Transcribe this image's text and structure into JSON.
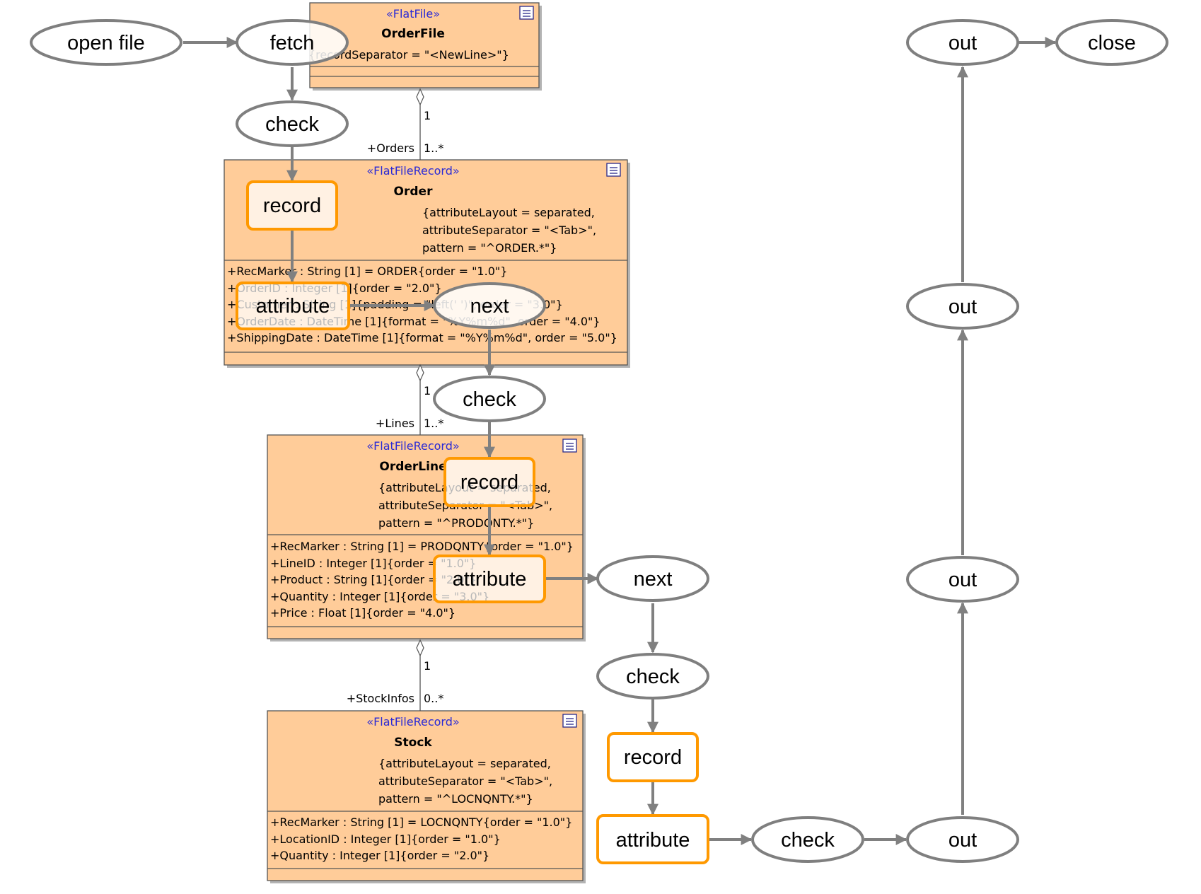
{
  "classes": {
    "orderfile": {
      "stereotype": "«FlatFile»",
      "name": "OrderFile",
      "tags": [
        "{recordSeparator = \"<NewLine>\"}"
      ],
      "attributes": []
    },
    "order": {
      "stereotype": "«FlatFileRecord»",
      "name": "Order",
      "tags": [
        "{attributeLayout = separated,",
        "attributeSeparator = \"<Tab>\",",
        "pattern = \"^ORDER.*\"}"
      ],
      "attributes": [
        "+RecMarker : String [1] = ORDER{order = \"1.0\"}",
        "+OrderID : Integer [1]{order = \"2.0\"}",
        "+Customer : String [1]{padding = \"left(' ')\", order = \"3.0\"}",
        "+OrderDate : DateTime [1]{format = \"%Y%m%d\", order = \"4.0\"}",
        "+ShippingDate : DateTime [1]{format = \"%Y%m%d\", order = \"5.0\"}"
      ]
    },
    "orderline": {
      "stereotype": "«FlatFileRecord»",
      "name": "OrderLine",
      "tags": [
        "{attributeLayout = separated,",
        "attributeSeparator = \"<Tab>\",",
        "pattern = \"^PRODQNTY.*\"}"
      ],
      "attributes": [
        "+RecMarker : String [1] = PRODQNTY{order = \"1.0\"}",
        "+LineID : Integer [1]{order = \"1.0\"}",
        "+Product : String [1]{order = \"2.0\"}",
        "+Quantity : Integer [1]{order = \"3.0\"}",
        "+Price : Float [1]{order = \"4.0\"}"
      ]
    },
    "stock": {
      "stereotype": "«FlatFileRecord»",
      "name": "Stock",
      "tags": [
        "{attributeLayout = separated,",
        "attributeSeparator = \"<Tab>\",",
        "pattern = \"^LOCNQNTY.*\"}"
      ],
      "attributes": [
        "+RecMarker : String [1] = LOCNQNTY{order = \"1.0\"}",
        "+LocationID : Integer [1]{order = \"1.0\"}",
        "+Quantity : Integer [1]{order = \"2.0\"}"
      ]
    }
  },
  "associations": {
    "orders": {
      "role": "+Orders",
      "source_mult": "1",
      "target_mult": "1..*"
    },
    "lines": {
      "role": "+Lines",
      "source_mult": "1",
      "target_mult": "1..*"
    },
    "stockinfos": {
      "role": "+StockInfos",
      "source_mult": "1",
      "target_mult": "0..*"
    }
  },
  "nodes": {
    "open_file": "open file",
    "fetch": "fetch",
    "check1": "check",
    "record1": "record",
    "attribute1": "attribute",
    "next1": "next",
    "check2": "check",
    "record2": "record",
    "attribute2": "attribute",
    "next2": "next",
    "check3": "check",
    "record3": "record",
    "attribute3": "attribute",
    "check4": "check",
    "out1": "out",
    "out2": "out",
    "out3": "out",
    "out4": "out",
    "close": "close"
  },
  "colors": {
    "class_fill": "#FFCC99",
    "stereotype_text": "#2A2AD6",
    "node_ellipse_stroke": "#7F7F7F",
    "node_rect_stroke": "#FF9900",
    "flow_arrow": "#808080"
  }
}
